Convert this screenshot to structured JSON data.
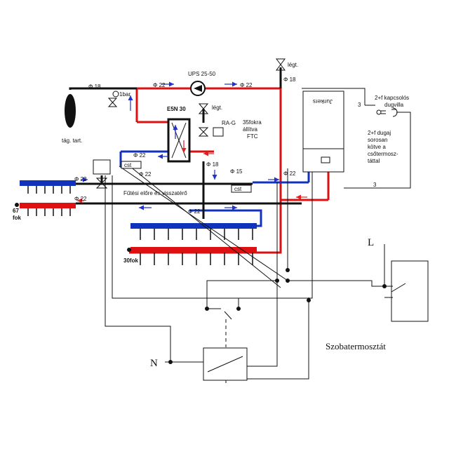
{
  "labels": {
    "pump": "UPS 25-50",
    "air_top": "légt.",
    "air_mid": "légt.",
    "pressure": "1bar",
    "tank": "tág. tart.",
    "exchanger": "E5N 30",
    "valve": "RA-G",
    "ftc_line1": "35fokra",
    "ftc_line2": "állítva",
    "ftc_line3": "FTC",
    "heating_label": "Fűtési előre és visszatérő",
    "temp_67_line1": "67",
    "temp_67_line2": "fok",
    "temp_30": "30fok",
    "boiler_brand": "Junkers",
    "plug_line1": "2+f kapcsolós",
    "plug_line2": "dugvilla",
    "socket_line1": "2+f dugaj",
    "socket_line2": "sorosan",
    "socket_line3": "kötve a",
    "socket_line4": "csőtermosz-",
    "socket_line5": "táttal",
    "wire_3_top": "3",
    "wire_3_mid": "3",
    "L": "L",
    "N": "N",
    "thermostat": "Szobatermosztát",
    "cst1": "cst",
    "cst2": "cst",
    "pipe_labels": [
      "Φ 18",
      "Φ 22",
      "Φ 22",
      "Φ 18",
      "Φ 22",
      "Φ 22",
      "Φ 22",
      "Φ 18",
      "Φ 15",
      "Φ 22",
      "Φ 22",
      "Φ 22"
    ]
  }
}
